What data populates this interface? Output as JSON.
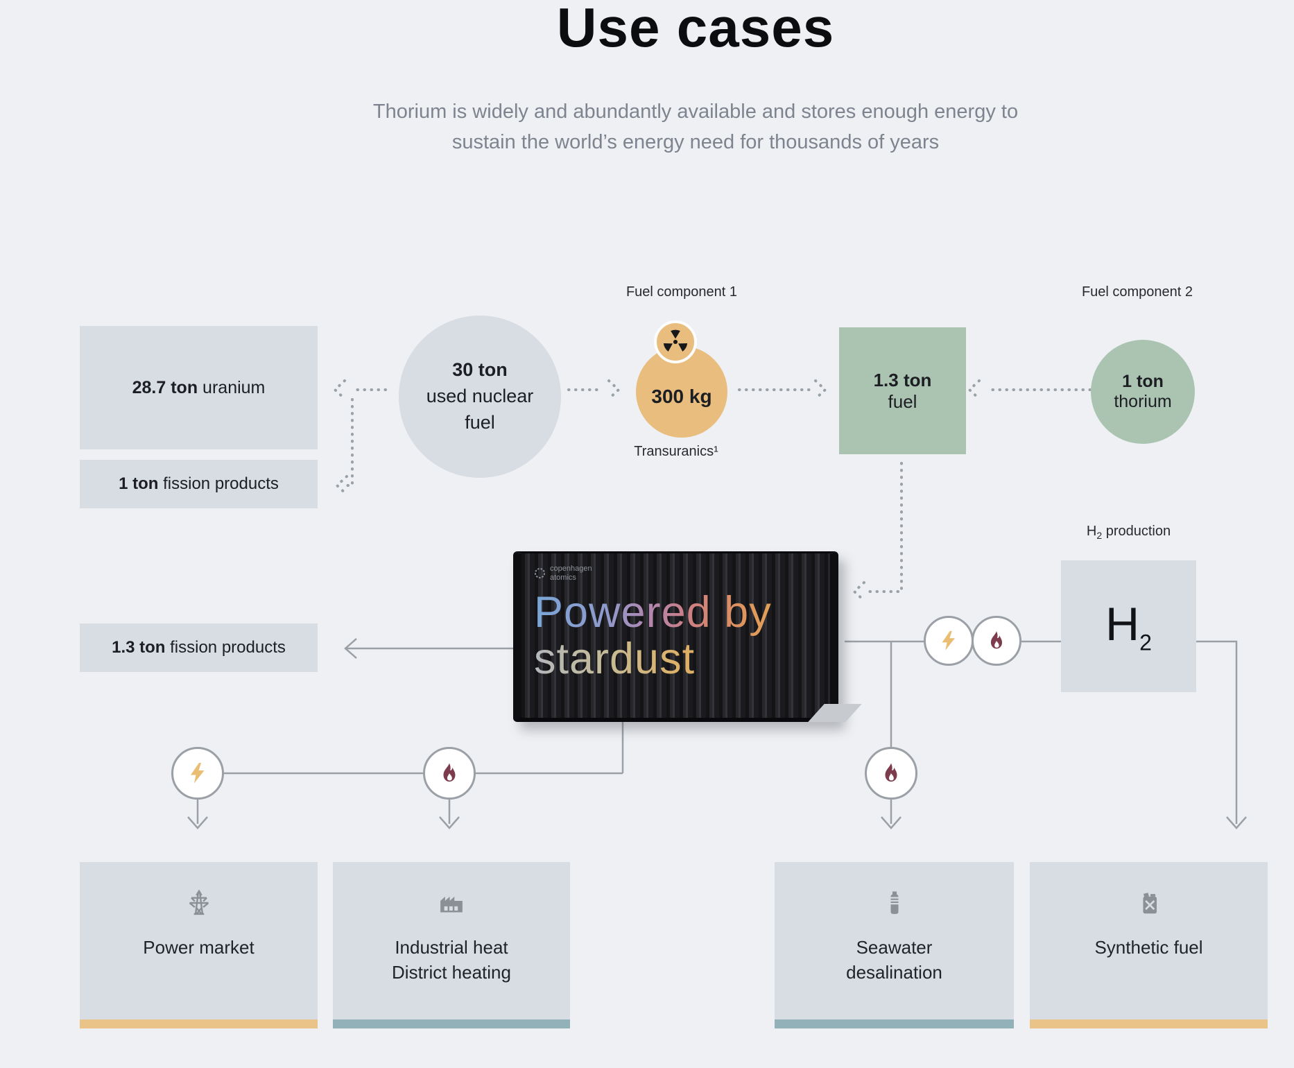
{
  "page": {
    "title": "Use cases",
    "subtitle_line1": "Thorium is widely and abundantly available and stores enough energy to",
    "subtitle_line2": "sustain the world’s energy need for thousands of years"
  },
  "flow": {
    "uranium": {
      "amount": "28.7 ton",
      "label": " uranium"
    },
    "fission_small": {
      "amount": "1 ton",
      "label": " fission products"
    },
    "used_fuel": {
      "amount": "30 ton",
      "label_line1": "used nuclear",
      "label_line2": "fuel"
    },
    "fuel_component_1": "Fuel component 1",
    "transuranics_amount": "300 kg",
    "transuranics_label": "Transuranics¹",
    "fuel_mix": {
      "amount": "1.3 ton",
      "label": "fuel"
    },
    "fuel_component_2": "Fuel component 2",
    "thorium": {
      "amount": "1 ton",
      "label": "thorium"
    },
    "fission_large": {
      "amount": "1.3 ton",
      "label": " fission products"
    },
    "h2_label": {
      "element": "H",
      "subscript": "2",
      "suffix": " production"
    },
    "h2_box": {
      "element": "H",
      "subscript": "2"
    }
  },
  "container": {
    "logo_line1": "copenhagen",
    "logo_line2": "atomics",
    "headline_line1": "Powered by",
    "headline_line2": "stardust"
  },
  "cards": [
    {
      "label1": "Power market",
      "icon": "transmission-tower-icon",
      "bar_color": "#e9c387"
    },
    {
      "label1": "Industrial heat",
      "label2": "District heating",
      "icon": "factory-icon",
      "bar_color": "#92b1b9"
    },
    {
      "label1": "Seawater",
      "label2": "desalination",
      "icon": "water-bottle-icon",
      "bar_color": "#92b1b9"
    },
    {
      "label1": "Synthetic fuel",
      "icon": "jerry-can-icon",
      "bar_color": "#e9c387"
    }
  ],
  "icons": {
    "radiation": "radiation-icon",
    "lightning": "lightning-icon",
    "flame": "flame-icon"
  },
  "colors": {
    "background": "#eef0f3",
    "panel_gray": "#d8dde3",
    "sage_green": "#abc4b1",
    "amber": "#e8bd7d",
    "line_gray": "#9aa0a6",
    "icon_gray": "#8b9097",
    "bolt_yellow": "#e9bd72",
    "flame_maroon": "#7d3c4d",
    "bar_orange": "#e9c387",
    "bar_teal": "#92b1b9"
  }
}
